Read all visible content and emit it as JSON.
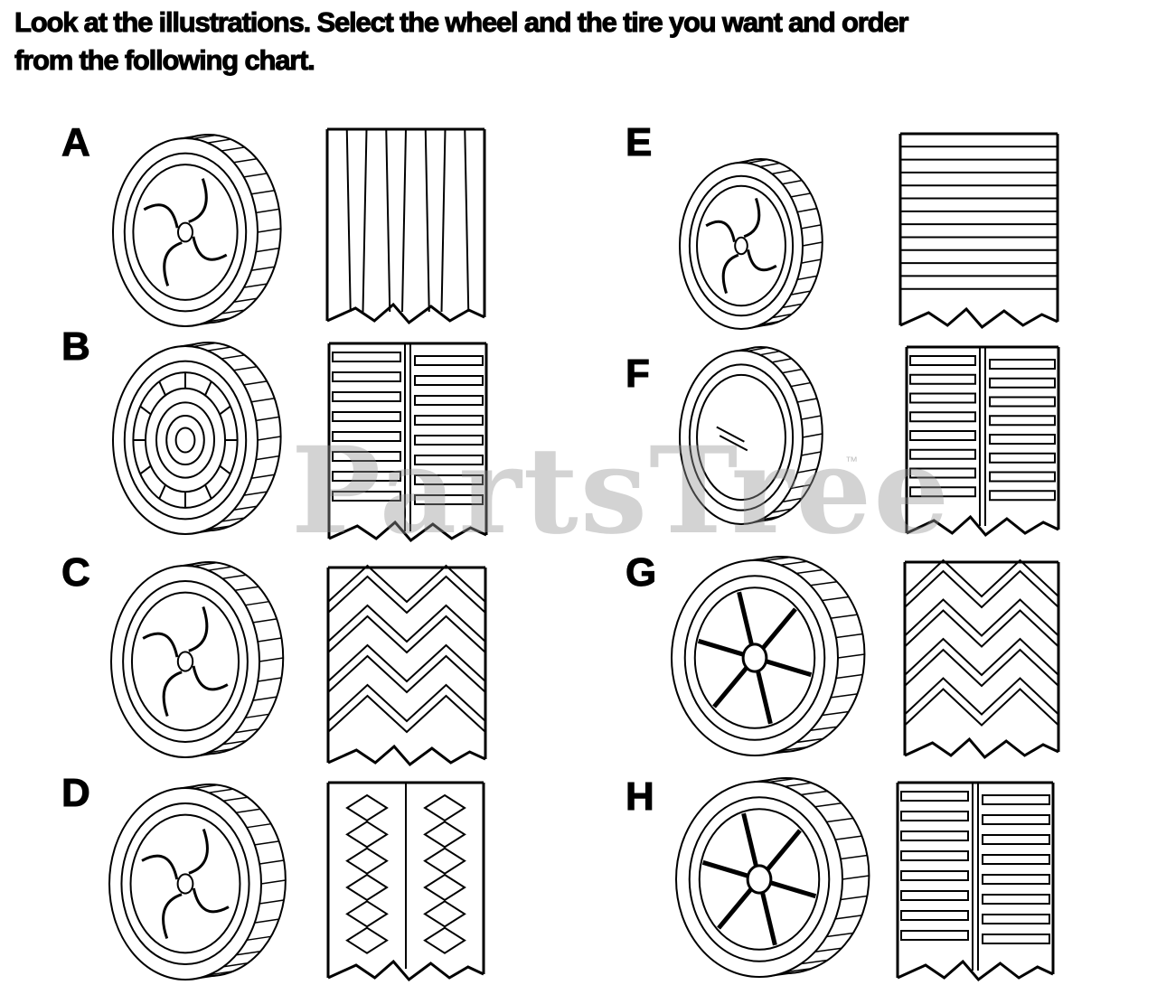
{
  "instructions": {
    "line1": "Look at the illustrations. Select the wheel and the tire you want and order",
    "line2": "from the following chart."
  },
  "items": [
    {
      "letter": "A",
      "tread": "longitudinal-ribs",
      "hub": "curved-spoke"
    },
    {
      "letter": "B",
      "tread": "split-bar",
      "hub": "concentric"
    },
    {
      "letter": "C",
      "tread": "chevron",
      "hub": "curved-spoke"
    },
    {
      "letter": "D",
      "tread": "diamond-block",
      "hub": "curved-spoke"
    },
    {
      "letter": "E",
      "tread": "horizontal-bar",
      "hub": "curved-spoke"
    },
    {
      "letter": "F",
      "tread": "split-bar",
      "hub": "cap"
    },
    {
      "letter": "G",
      "tread": "chevron",
      "hub": "six-spoke"
    },
    {
      "letter": "H",
      "tread": "split-bar",
      "hub": "six-spoke"
    }
  ],
  "watermark": {
    "text": "PartsTree",
    "trademark": "™"
  },
  "colors": {
    "line": "#000000",
    "watermark": "#969696",
    "background": "#ffffff"
  }
}
